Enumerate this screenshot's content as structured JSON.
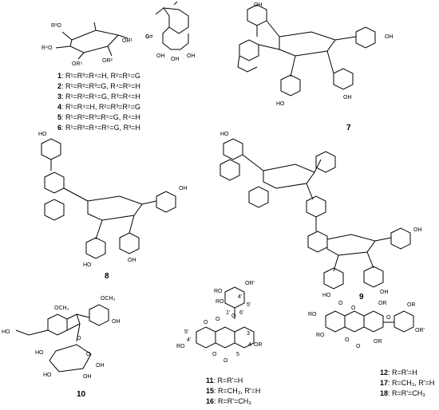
{
  "structures": [
    {
      "id": "glucose-gallate-series",
      "g_label": "G=",
      "atoms": [
        "R³O",
        "R⁴O",
        "OR¹",
        "OR²",
        "OR⁵",
        "OH",
        "OH",
        "OH"
      ],
      "legend": [
        {
          "n": "1",
          "text": ": R¹=R³=R⁴=H, R²=R⁵=G"
        },
        {
          "n": "2",
          "text": ": R¹=R²=R³=G, R⁴=R⁵=H"
        },
        {
          "n": "3",
          "text": ": R¹=R²=R⁵=G, R³=R⁴=H"
        },
        {
          "n": "4",
          "text": ": R¹=R⁴=H, R²=R³=R⁵=G"
        },
        {
          "n": "5",
          "text": ": R¹=R²=R³=R⁵=G, R⁴=H"
        },
        {
          "n": "6",
          "text": ": R¹=R²=R⁴=R⁵=G, R³=H"
        }
      ]
    },
    {
      "id": "compound-7",
      "number": "7"
    },
    {
      "id": "compound-8",
      "number": "8"
    },
    {
      "id": "compound-9",
      "number": "9"
    },
    {
      "id": "compound-10",
      "number": "10",
      "atoms": [
        "OCH₃",
        "OCH₃",
        "HO",
        "OH",
        "O",
        "O",
        "HO",
        "HO",
        "OH",
        "OH"
      ]
    },
    {
      "id": "ellagic-series-a",
      "atoms": [
        "RO",
        "OR'",
        "RO",
        "OR",
        "RO",
        "4'",
        "5'",
        "6'",
        "1'",
        "3",
        "4",
        "5",
        "5'",
        "4'",
        "O",
        "O",
        "O",
        "O",
        "O"
      ],
      "legend": [
        {
          "n": "11",
          "text": ": R=R'=H"
        },
        {
          "n": "15",
          "text": ": R=CH₃, R'=H"
        },
        {
          "n": "16",
          "text": ": R=R'=CH₃"
        }
      ]
    },
    {
      "id": "ellagic-series-b",
      "atoms": [
        "RO",
        "RO",
        "OR",
        "OR",
        "OR",
        "OR'",
        "O",
        "O",
        "O",
        "O",
        "O"
      ],
      "legend": [
        {
          "n": "12",
          "text": ": R=R'=H"
        },
        {
          "n": "17",
          "text": ": R=CH₃, R'=H"
        },
        {
          "n": "18",
          "text": ": R=R'=CH₃"
        }
      ]
    }
  ]
}
